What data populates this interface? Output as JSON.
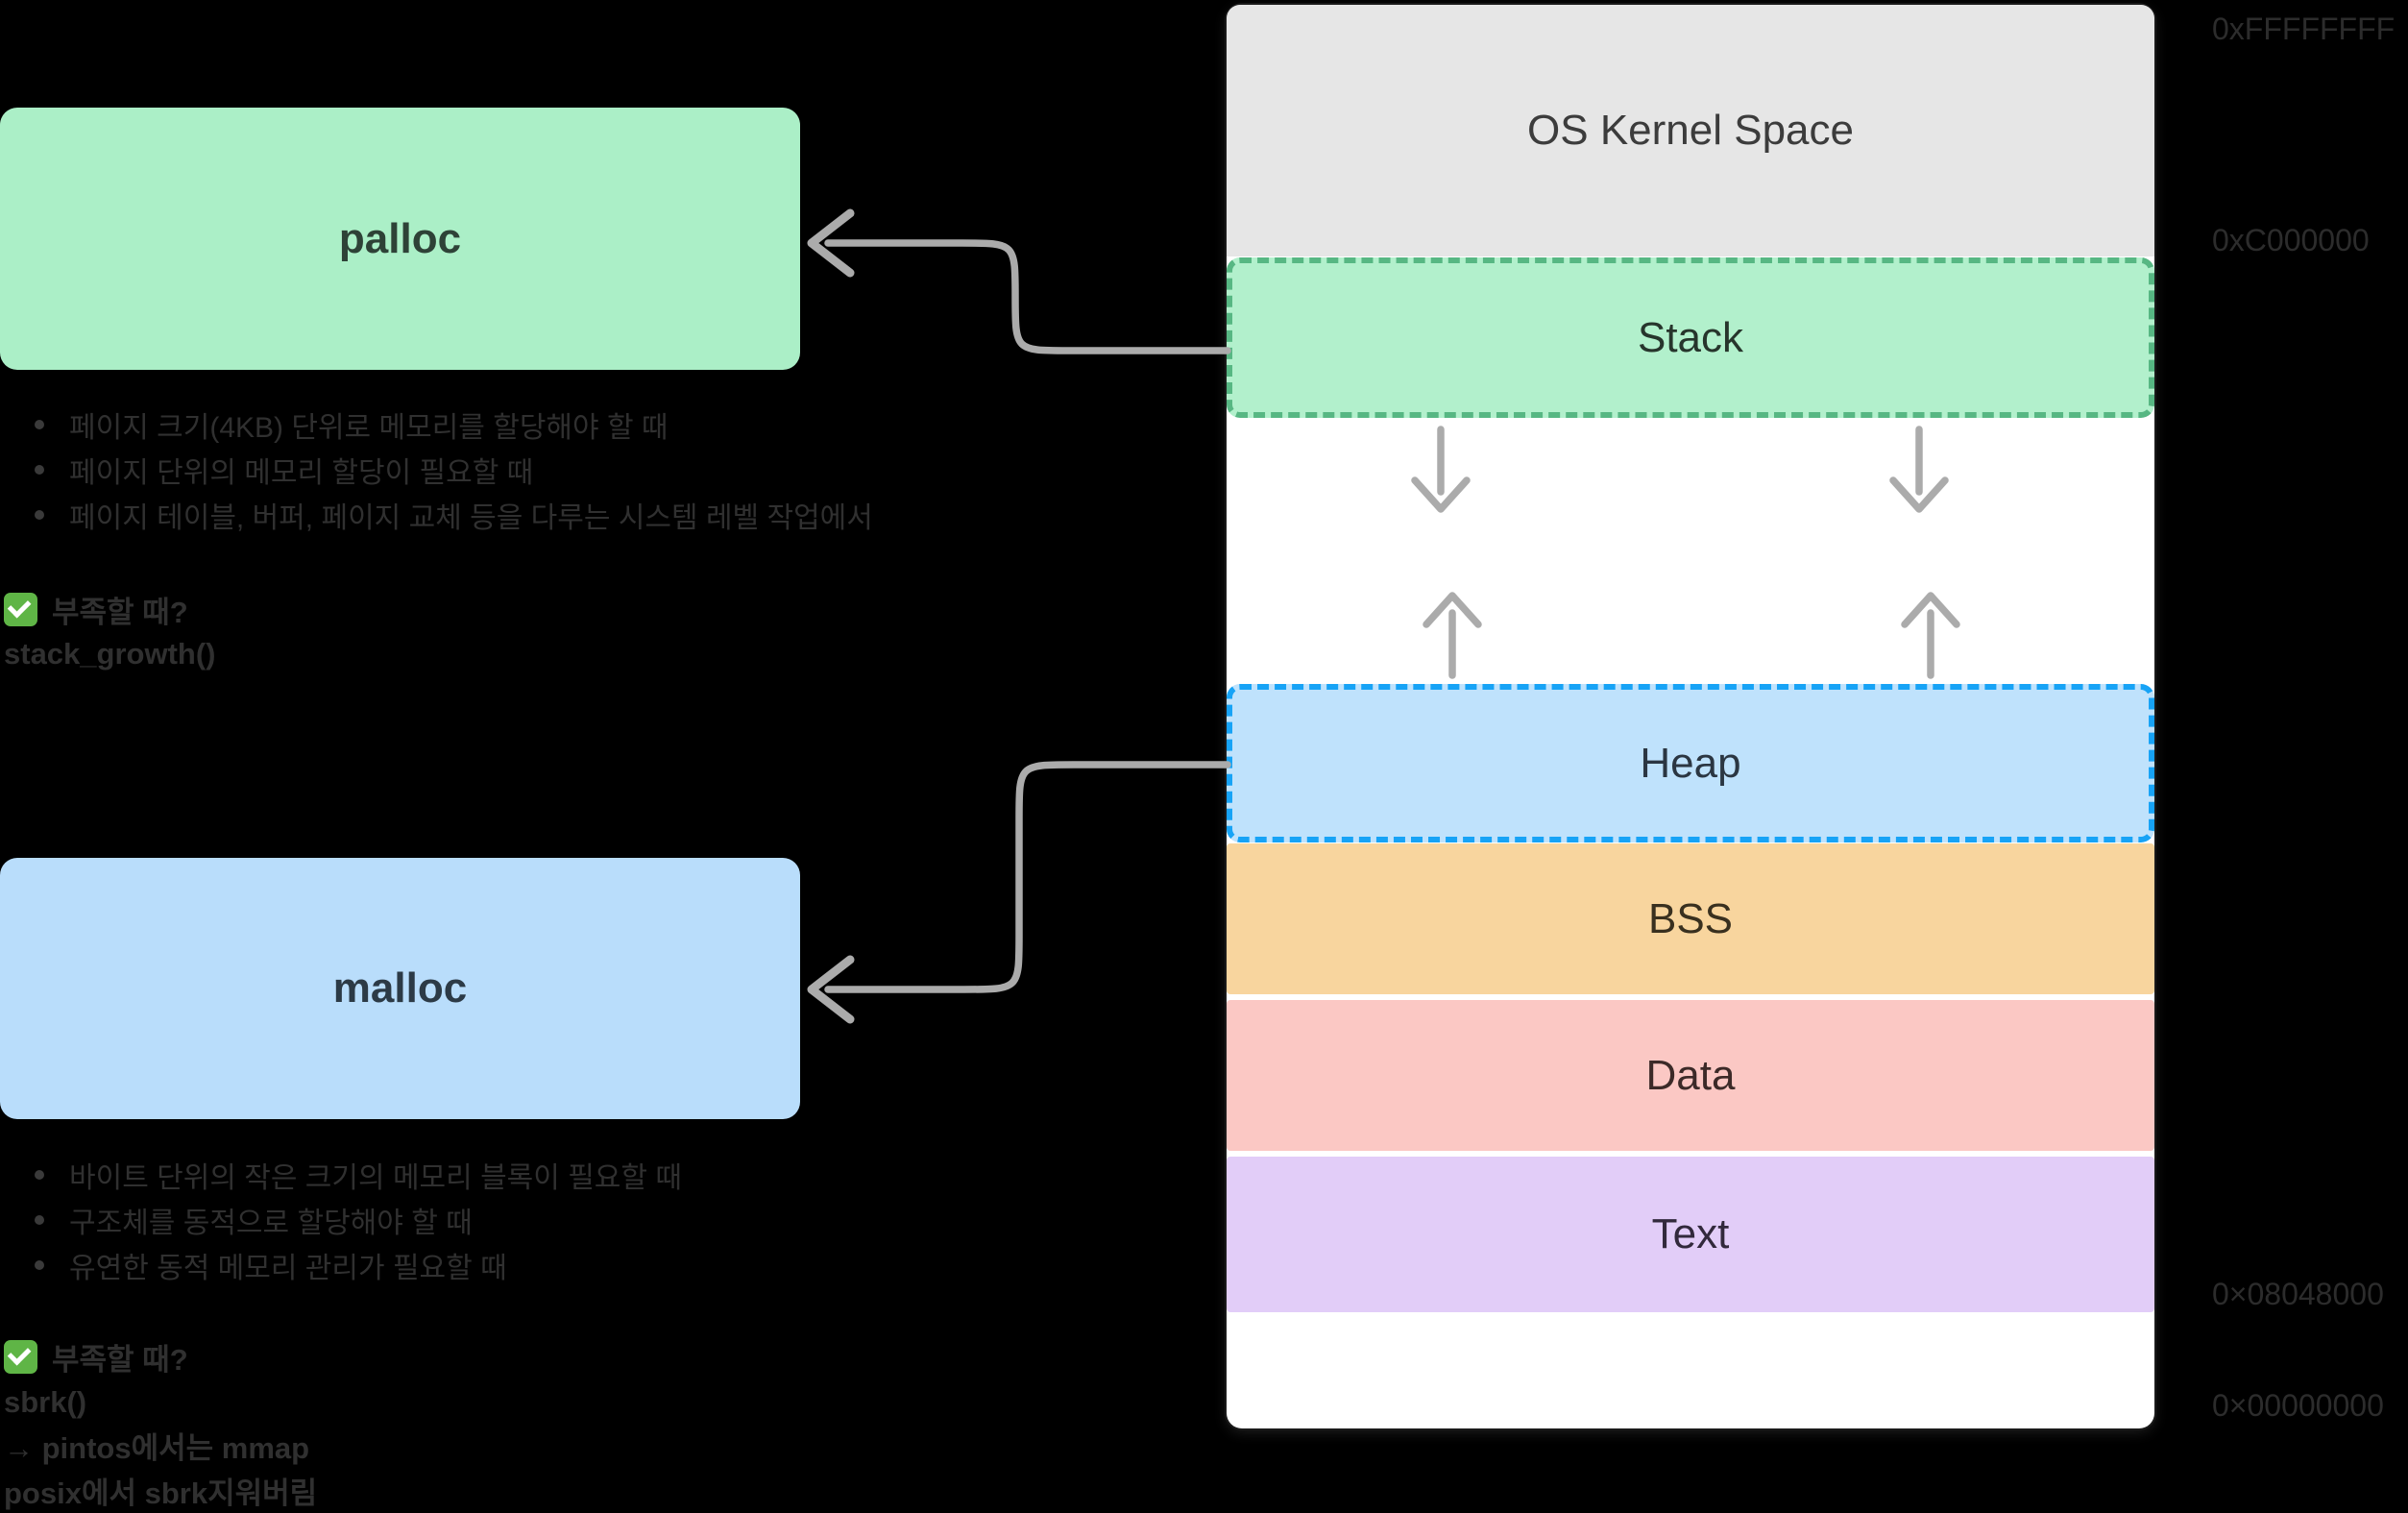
{
  "colors": {
    "background": "#000000",
    "palloc_box": "#abefc7",
    "malloc_box": "#b9ddfb",
    "stack_fill": "#b2f0cc",
    "stack_border": "#57b783",
    "heap_fill": "#bfe2fc",
    "heap_border": "#17a3f6",
    "bss_fill": "#f8d59e",
    "data_fill": "#fbc8c4",
    "text_fill": "#e2cdf8",
    "kernel_fill": "#e6e6e6",
    "arrow_gray": "#ababab",
    "check_green": "#5fb546"
  },
  "palloc": {
    "title": "palloc",
    "bullets": [
      "페이지 크기(4KB) 단위로 메모리를 할당해야 할 때",
      "페이지 단위의 메모리 할당이 필요할 때",
      "페이지 테이블, 버퍼, 페이지 교체 등을 다루는 시스템 레벨 작업에서"
    ],
    "note": {
      "header": "부족할 때?",
      "lines": [
        "stack_growth()"
      ]
    }
  },
  "malloc": {
    "title": "malloc",
    "bullets": [
      "바이트 단위의 작은 크기의 메모리 블록이 필요할 때",
      "구조체를 동적으로 할당해야 할 때",
      "유연한 동적 메모리 관리가 필요할 때"
    ],
    "note": {
      "header": "부족할 때?",
      "lines": [
        "sbrk()",
        "→ pintos에서는 mmap",
        "posix에서 sbrk지워버림"
      ]
    }
  },
  "memory": {
    "sections": [
      {
        "label": "OS Kernel Space"
      },
      {
        "label": "Stack"
      },
      {
        "label": "Heap"
      },
      {
        "label": "BSS"
      },
      {
        "label": "Data"
      },
      {
        "label": "Text"
      }
    ],
    "addresses": [
      "0xFFFFFFFF",
      "0xC000000",
      "0×08048000",
      "0×00000000"
    ]
  }
}
